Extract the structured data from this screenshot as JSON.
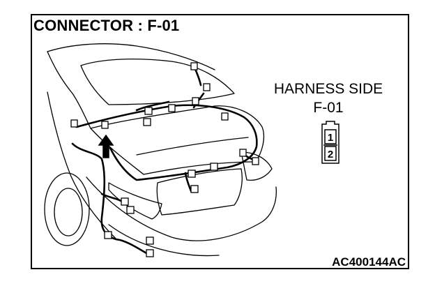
{
  "title": "CONNECTOR : F-01",
  "harness": {
    "label": "HARNESS SIDE",
    "connector_id": "F-01",
    "pins": [
      "1",
      "2"
    ]
  },
  "figure_code": "AC400144AC",
  "icons": {
    "arrow": "up-arrow-icon",
    "car": "car-rear-icon",
    "connector": "connector-icon"
  },
  "colors": {
    "ink": "#000000",
    "paper": "#ffffff"
  }
}
